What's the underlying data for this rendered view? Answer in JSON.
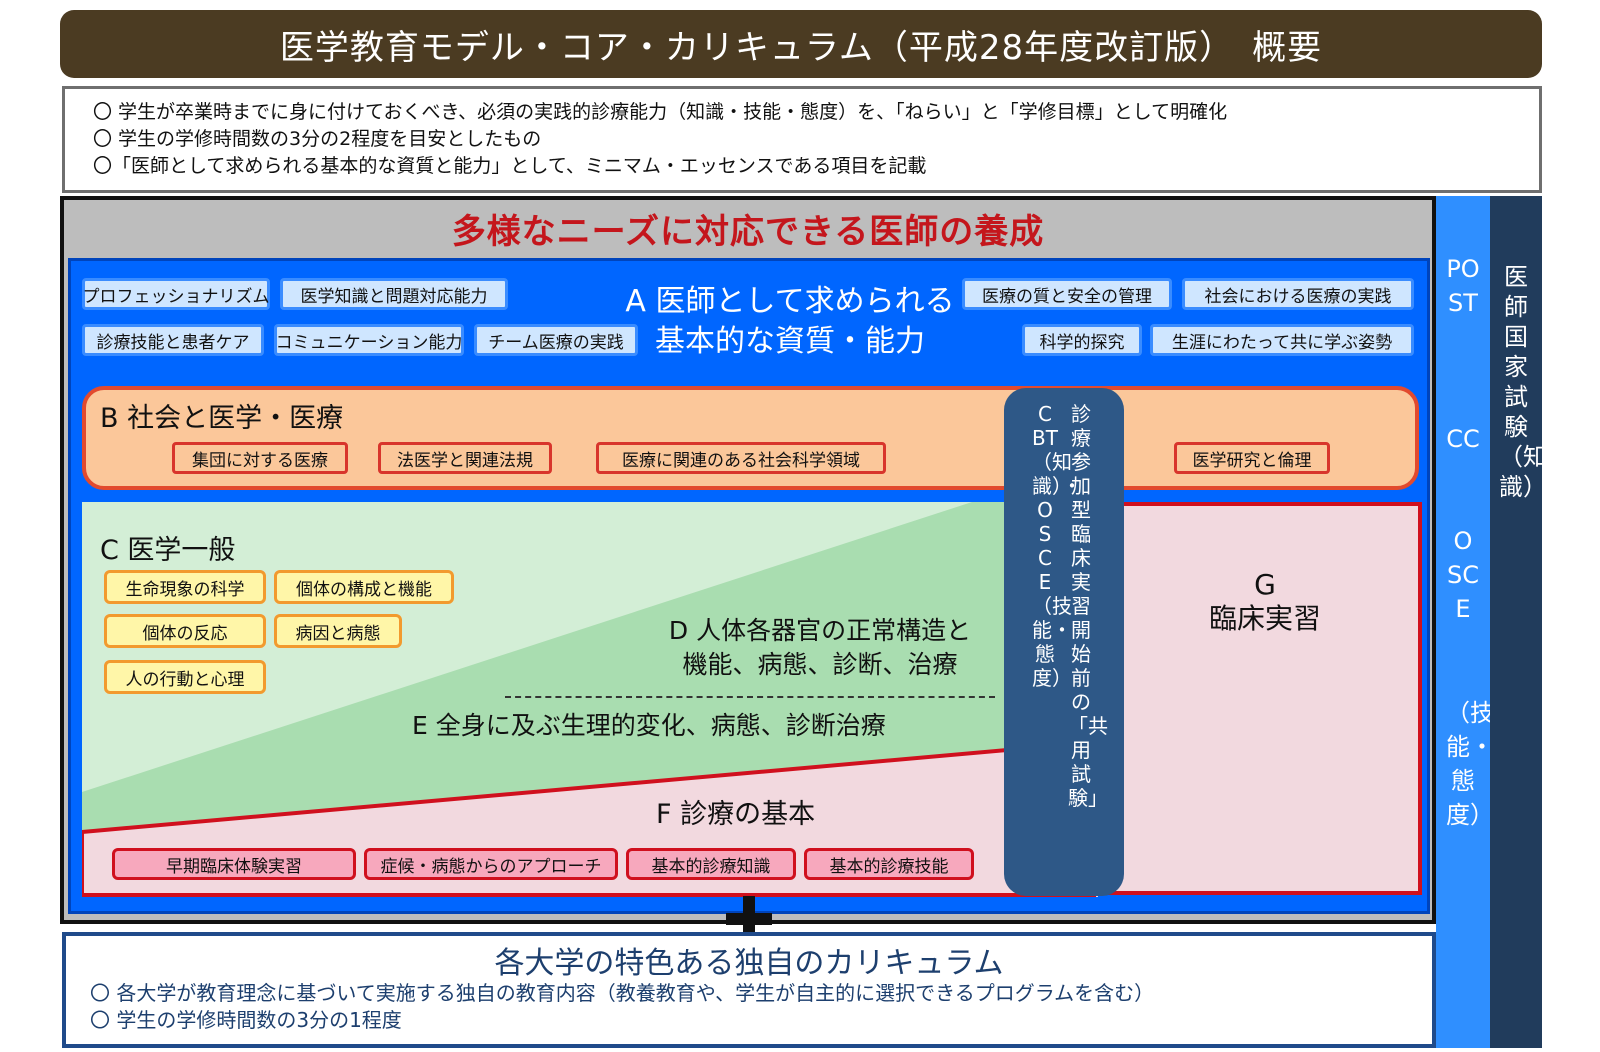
{
  "title": "医学教育モデル・コア・カリキュラム（平成28年度改訂版）　概要",
  "summary": [
    "〇 学生が卒業時までに身に付けておくべき、必須の実践的診療能力（知識・技能・態度）を、「ねらい」と「学修目標」として明確化",
    "〇 学生の学修時間数の3分の2程度を目安としたもの",
    "〇「医師として求められる基本的な資質と能力」として、ミニマム・エッセンスである項目を記載"
  ],
  "main_heading": "多様なニーズに対応できる医師の養成",
  "section_a": {
    "title_line1": "A 医師として求められる",
    "title_line2": "基本的な資質・能力",
    "tags": [
      "プロフェッショナリズム",
      "医学知識と問題対応能力",
      "診療技能と患者ケア",
      "コミュニケーション能力",
      "チーム医療の実践",
      "医療の質と安全の管理",
      "社会における医療の実践",
      "科学的探究",
      "生涯にわたって共に学ぶ姿勢"
    ]
  },
  "section_b": {
    "title": "B 社会と医学・医療",
    "tags": [
      "集団に対する医療",
      "法医学と関連法規",
      "医療に関連のある社会科学領域",
      "医学研究と倫理"
    ]
  },
  "section_c": {
    "title": "C 医学一般",
    "tags": [
      "生命現象の科学",
      "個体の構成と機能",
      "個体の反応",
      "病因と病態",
      "人の行動と心理"
    ]
  },
  "section_d": {
    "line1": "D 人体各器官の正常構造と",
    "line2": "機能、病態、診断、治療"
  },
  "section_e": {
    "title": "E 全身に及ぶ生理的変化、病態、診断治療"
  },
  "section_f": {
    "title": "F 診療の基本",
    "tags": [
      "早期臨床体験実習",
      "症候・病態からのアプローチ",
      "基本的診療知識",
      "基本的診療技能"
    ]
  },
  "section_g": {
    "letter": "G",
    "title": "臨床実習"
  },
  "cbt": {
    "line1": "CBT（知識）・OSCE（技能・態度）",
    "line2": "診療参加型臨床実習開始前の「共用試験」"
  },
  "post_cc_osce": [
    "POST",
    "CC",
    "OSCE",
    "（技能・態度）"
  ],
  "kokushi": "医師国家試験（知識）",
  "plus_icon": "plus-icon",
  "university": {
    "title": "各大学の特色ある独自のカリキュラム",
    "lines": [
      "〇 各大学が教育理念に基づいて実施する独自の教育内容（教養教育や、学生が自主的に選択できるプログラムを含む）",
      "〇 学生の学修時間数の3分の1程度"
    ]
  },
  "colors": {
    "title_bar": "#4b3b22",
    "heading_red": "#c4161c",
    "blue_panel": "#0066ff",
    "section_b_fill": "#fbc79a",
    "section_g_fill": "#f2d9df",
    "cbt_fill": "#2e5887",
    "post_col": "#2f8fff",
    "kokushi_col": "#213c5c"
  }
}
